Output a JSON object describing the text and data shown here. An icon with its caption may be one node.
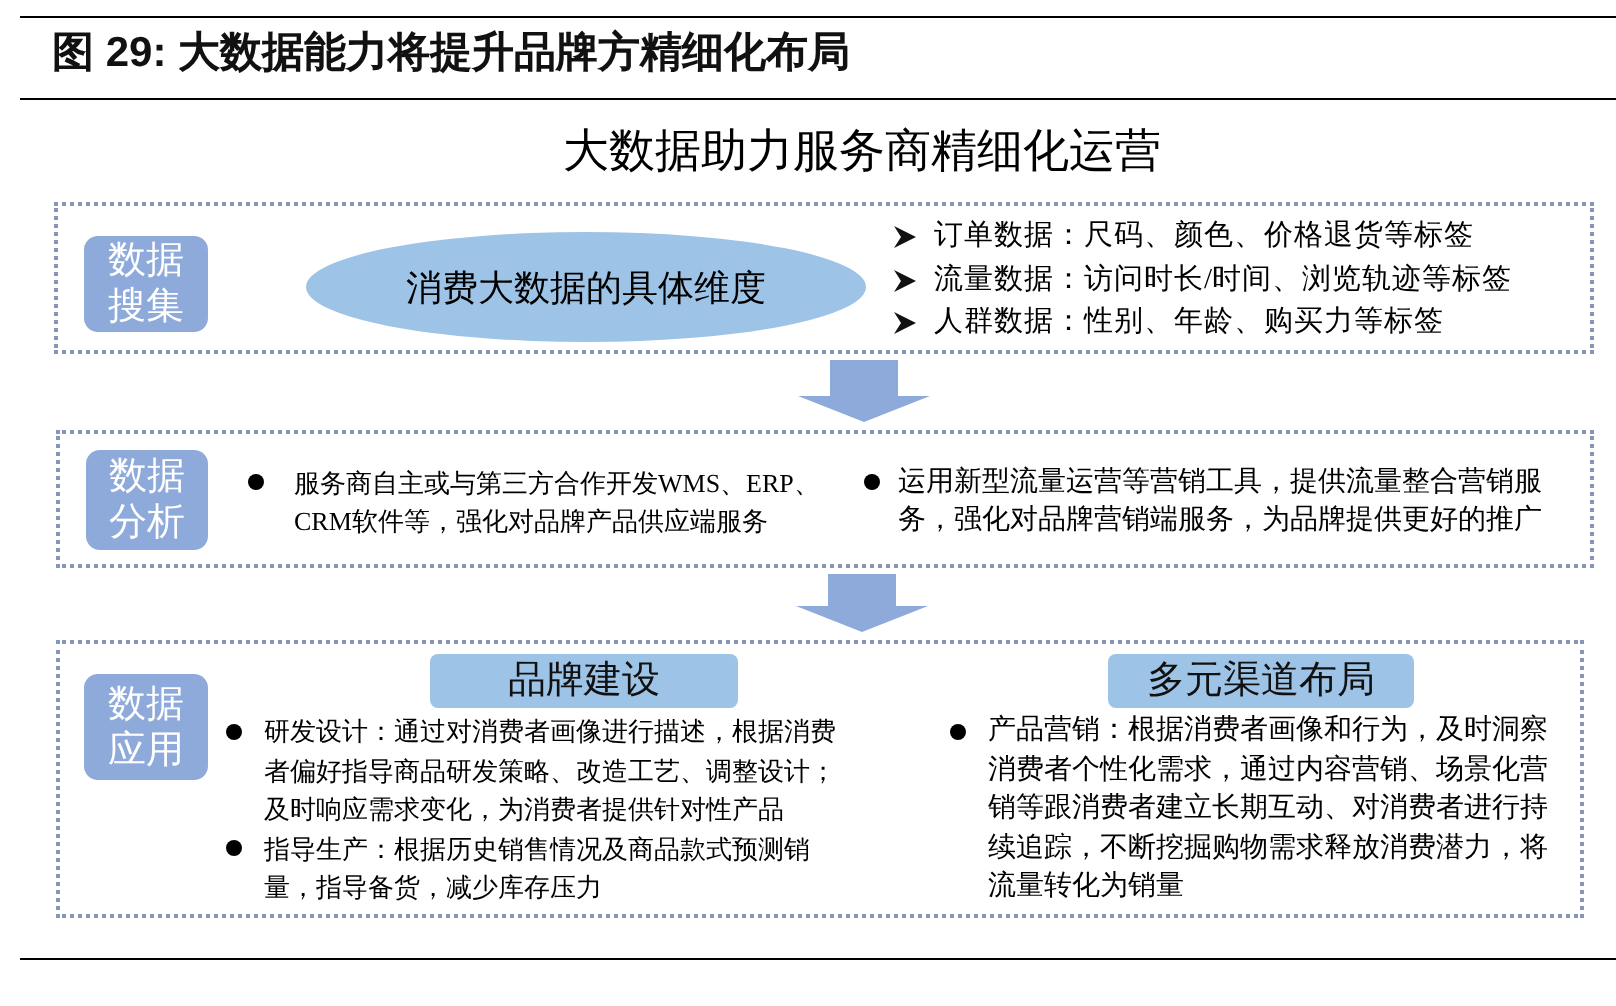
{
  "diagram": {
    "title": "图 29: 大数据能力将提升品牌方精细化布局",
    "nodes": [
      {
        "text": [
          "订单数据：尺码、颜色、价格退货等标签",
          "流量数据：访问时长/时间、浏览轨迹等标签",
          "人群数据：性别、年龄、购买力等标签"
        ]
      },
      {
        "text": [
          "数据搜集"
        ],
        "in": 0
      },
      {
        "text": [
          "消费大数据的具体维度"
        ],
        "in": 0
      },
      {
        "text": [
          "服务商自主或与第三方合作开发WMS、ERP、CRM软件等，强化对品牌产品供应端服务",
          "运用新型流量运营等营销工具，提供流量整合营销服务，强化对品牌营销端服务，为品牌提供更好的推广"
        ]
      },
      {
        "text": [
          "数据分析"
        ],
        "in": 3
      },
      {
        "text": [
          "研发设计：通过对消费者画像进行描述，根据消费者偏好指导商品研发策略、改造工艺、调整设计；及时响应需求变化，为消费者提供针对性产品",
          "指导生产：根据历史销售情况及商品款式预测销量，指导备货，减少库存压力",
          "产品营销：根据消费者画像和行为，及时洞察消费者个性化需求，通过内容营销、场景化营销等跟消费者建立长期互动、对消费者进行持续追踪，不断挖掘购物需求释放消费潜力，将流量转化为销量"
        ]
      },
      {
        "text": [
          "数据应用"
        ],
        "in": 5
      },
      {
        "text": [
          "品牌建设"
        ],
        "in": 5
      },
      {
        "text": [
          "多元渠道布局"
        ],
        "in": 5
      }
    ],
    "edges": [
      {
        "from": 0,
        "to": 3,
        "arrow": "to"
      },
      {
        "from": 3,
        "to": 5,
        "arrow": "to"
      }
    ],
    "labels": [
      "大数据助力服务商精细化运营"
    ]
  }
}
